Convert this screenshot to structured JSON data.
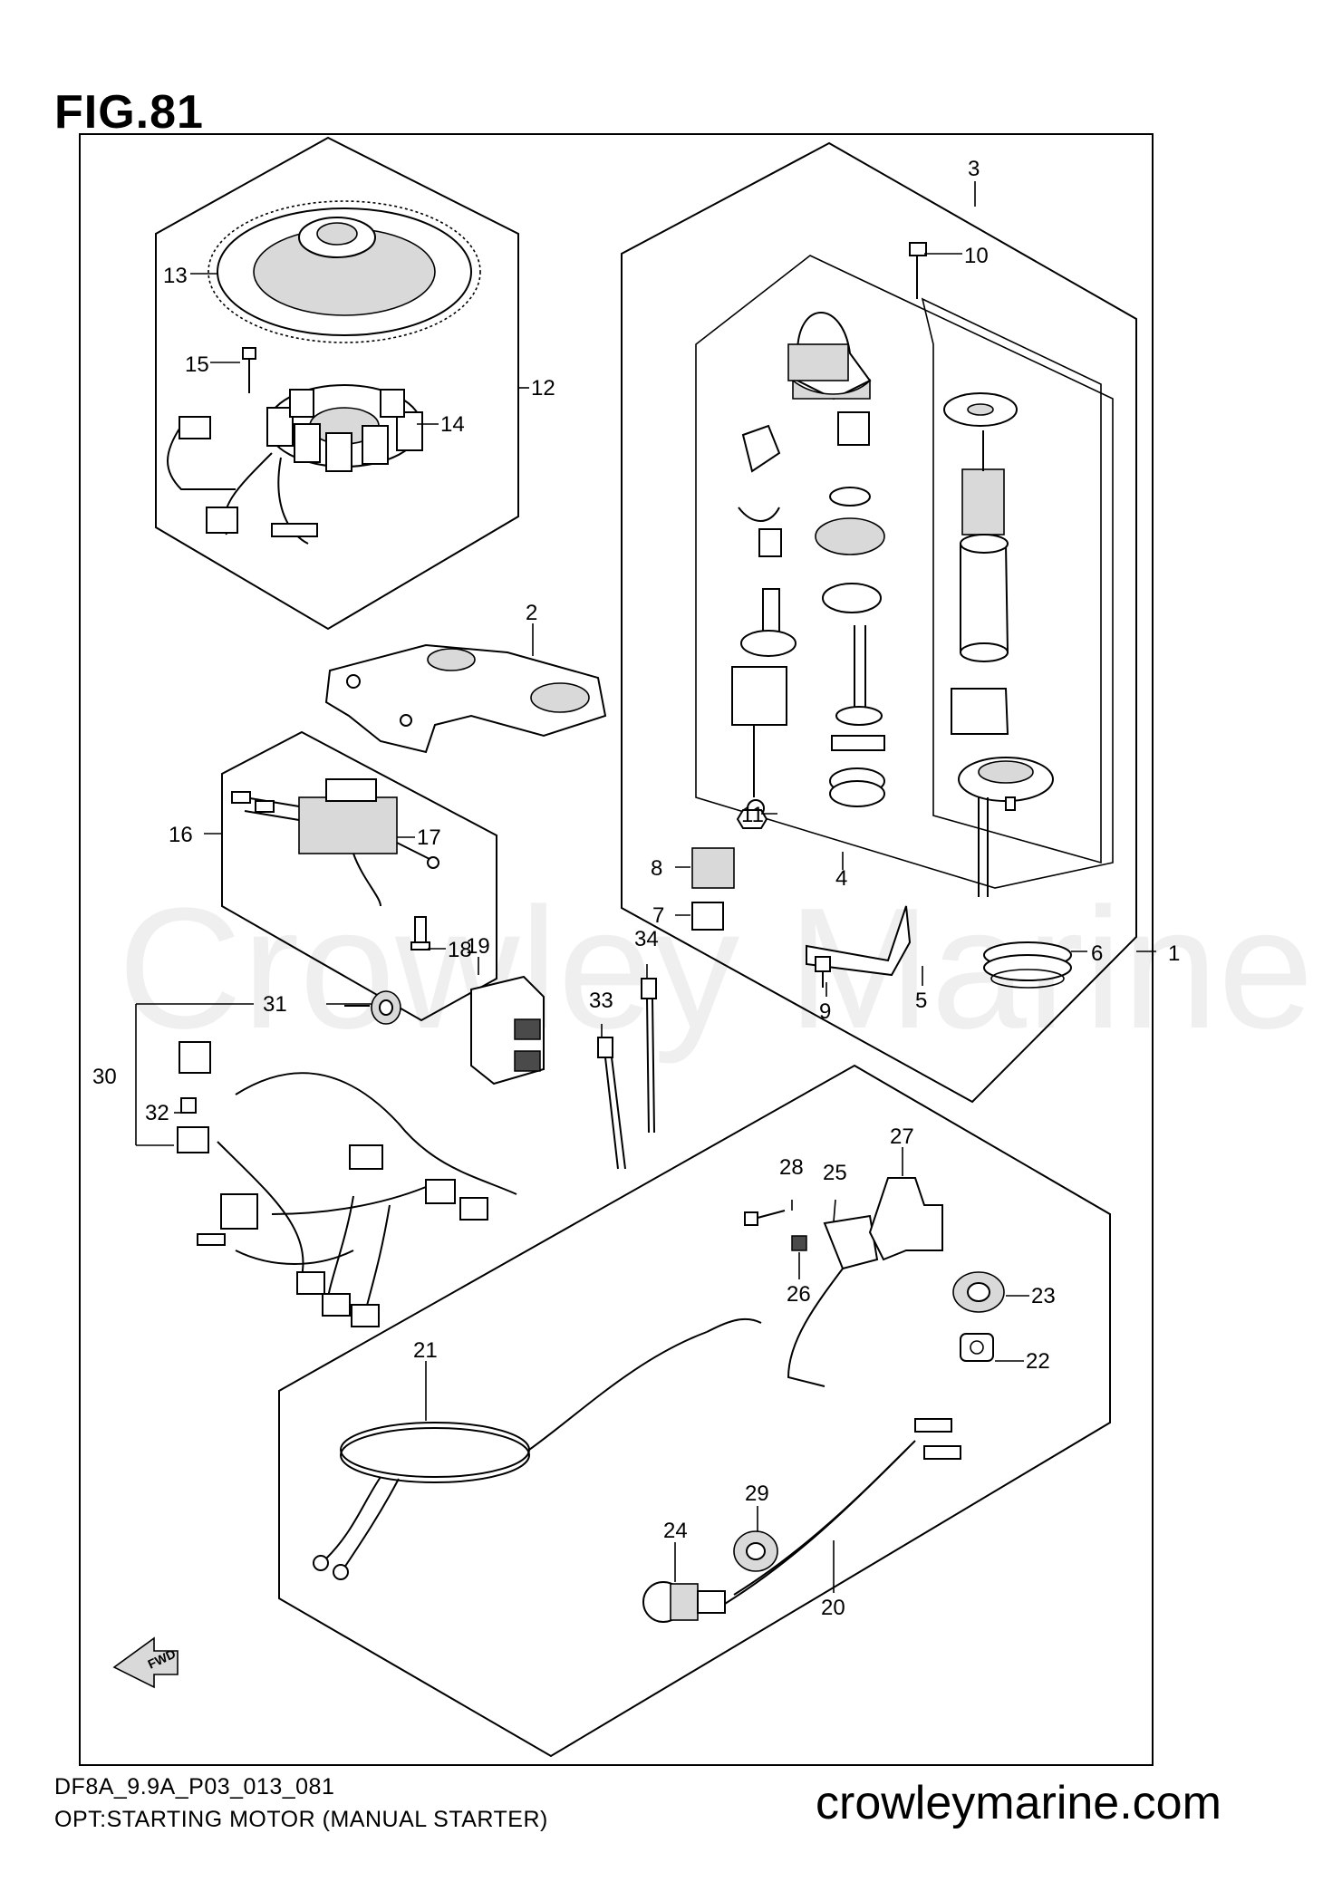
{
  "figure": {
    "title": "FIG.81",
    "code": "DF8A_9.9A_P03_013_081",
    "description": "OPT:STARTING MOTOR (MANUAL STARTER)",
    "watermark": "Crowley Marine",
    "website": "crowleymarine.com",
    "direction_marker": "FWD"
  },
  "callouts": {
    "p1": "1",
    "p2": "2",
    "p3": "3",
    "p4": "4",
    "p5": "5",
    "p6": "6",
    "p7": "7",
    "p8": "8",
    "p9": "9",
    "p10": "10",
    "p11": "11",
    "p12": "12",
    "p13": "13",
    "p14": "14",
    "p15": "15",
    "p16": "16",
    "p17": "17",
    "p18": "18",
    "p19": "19",
    "p20": "20",
    "p21": "21",
    "p22": "22",
    "p23": "23",
    "p24": "24",
    "p25": "25",
    "p26": "26",
    "p27": "27",
    "p28": "28",
    "p29": "29",
    "p30": "30",
    "p31": "31",
    "p32": "32",
    "p33": "33",
    "p34": "34"
  }
}
